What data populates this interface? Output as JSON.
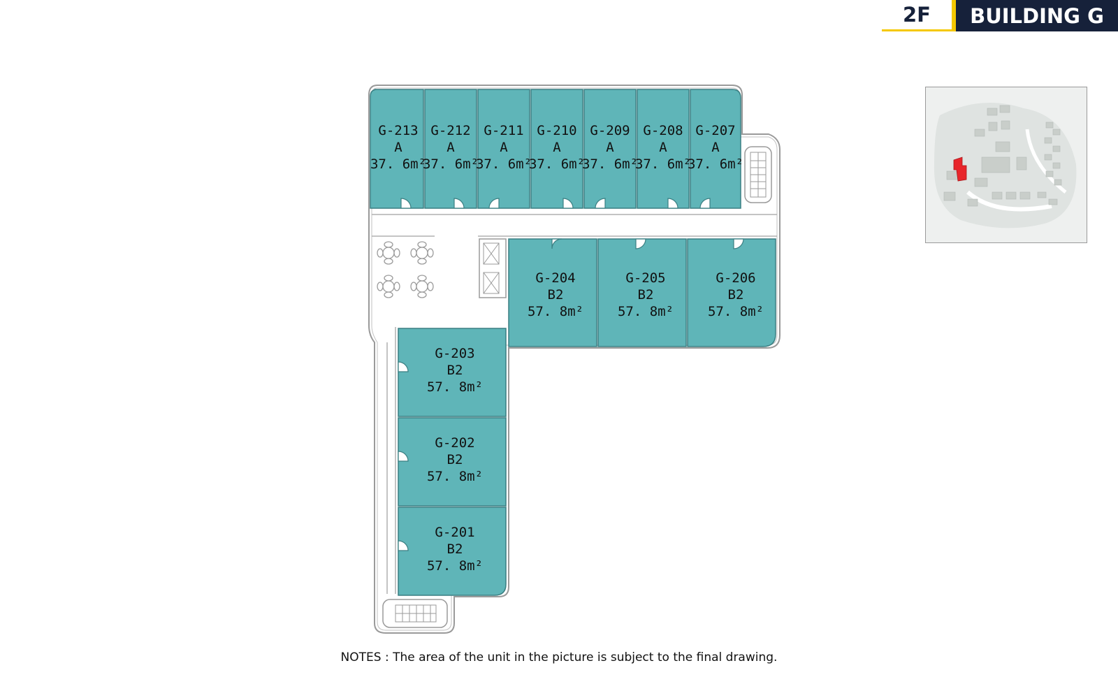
{
  "header": {
    "floor": "2F",
    "building": "BUILDING G"
  },
  "colors": {
    "unit_fill": "#5fb5b8",
    "accent": "#f5c800",
    "header_bg": "#16213a",
    "highlight": "#e8252a"
  },
  "units": [
    {
      "id": "G-213",
      "type": "A",
      "area": "37. 6m²"
    },
    {
      "id": "G-212",
      "type": "A",
      "area": "37. 6m²"
    },
    {
      "id": "G-211",
      "type": "A",
      "area": "37. 6m²"
    },
    {
      "id": "G-210",
      "type": "A",
      "area": "37. 6m²"
    },
    {
      "id": "G-209",
      "type": "A",
      "area": "37. 6m²"
    },
    {
      "id": "G-208",
      "type": "A",
      "area": "37. 6m²"
    },
    {
      "id": "G-207",
      "type": "A",
      "area": "37. 6m²"
    },
    {
      "id": "G-204",
      "type": "B2",
      "area": "57. 8m²"
    },
    {
      "id": "G-205",
      "type": "B2",
      "area": "57. 8m²"
    },
    {
      "id": "G-206",
      "type": "B2",
      "area": "57. 8m²"
    },
    {
      "id": "G-203",
      "type": "B2",
      "area": "57. 8m²"
    },
    {
      "id": "G-202",
      "type": "B2",
      "area": "57. 8m²"
    },
    {
      "id": "G-201",
      "type": "B2",
      "area": "57. 8m²"
    }
  ],
  "icons": {
    "elevator": "elevator-icon",
    "staircase": "staircase-icon",
    "furniture": "table-set-icon",
    "site_marker": "location-marker"
  },
  "notes": "NOTES : The area of the unit in the picture is subject to the final drawing."
}
